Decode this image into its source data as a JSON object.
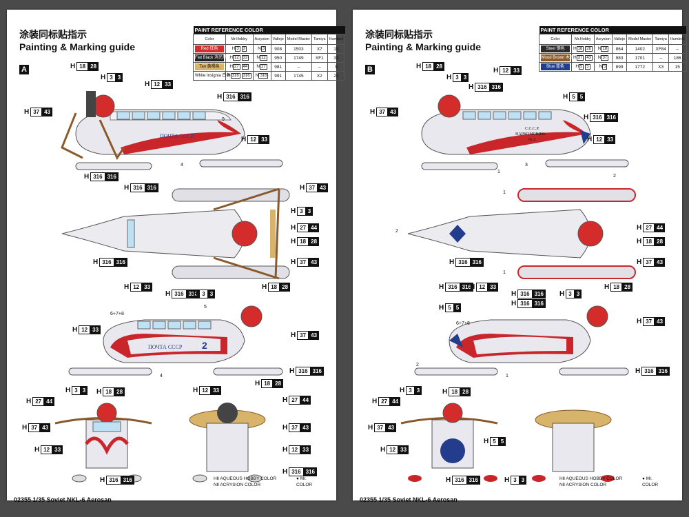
{
  "title_cn": "涂装同标贴指示",
  "title_en": "Painting & Marking guide",
  "footer": "02355 1/35 Soviet NKL-6 Aerosan",
  "legend": {
    "aqueous": "HⅡ AQUEOUS HOBBY COLOR",
    "acrysion": "NⅡ ACRYSION COLOR",
    "mr_color": "Mr. COLOR"
  },
  "pageA": {
    "letter": "A",
    "table_title": "PAINT  REFERENCE COLOR",
    "columns": [
      "Color",
      "Mr.Hobby",
      "Acrysion",
      "Vallejo",
      "Model Master",
      "Tamiya",
      "Humbrol"
    ],
    "rows": [
      {
        "name": "Red",
        "cn": "红色",
        "color": "#d42b2b",
        "mrh": "3",
        "mr": "3",
        "acr": "3",
        "val": "908",
        "mm": "1503",
        "tam": "X7",
        "hum": "19"
      },
      {
        "name": "Flat Black",
        "cn": "消光黑",
        "color": "#222222",
        "mrh": "12",
        "mr": "33",
        "acr": "12",
        "val": "950",
        "mm": "1749",
        "tam": "XF1",
        "hum": "33"
      },
      {
        "name": "Tan",
        "cn": "黄褐色",
        "color": "#d8b36a",
        "mrh": "27",
        "mr": "44",
        "acr": "27",
        "val": "981",
        "mm": "–",
        "tam": "–",
        "hum": "9"
      },
      {
        "name": "White Insignia",
        "cn": "白色",
        "color": "#ffffff",
        "mrh": "316",
        "mr": "316",
        "acr": "316",
        "val": "991",
        "mm": "1745",
        "tam": "X2",
        "hum": "22"
      }
    ],
    "callouts": [
      {
        "a": "18",
        "b": "28"
      },
      {
        "a": "3",
        "b": "3"
      },
      {
        "a": "12",
        "b": "33"
      },
      {
        "a": "316",
        "b": "316"
      },
      {
        "a": "37",
        "b": "43"
      },
      {
        "a": "12",
        "b": "33"
      },
      {
        "a": "316",
        "b": "316"
      },
      {
        "a": "316",
        "b": "316"
      },
      {
        "a": "37",
        "b": "43"
      },
      {
        "a": "3",
        "b": "3"
      },
      {
        "a": "27",
        "b": "44"
      },
      {
        "a": "18",
        "b": "28"
      },
      {
        "a": "37",
        "b": "43"
      },
      {
        "a": "316",
        "b": "316"
      },
      {
        "a": "12",
        "b": "33"
      },
      {
        "a": "316",
        "b": "316"
      },
      {
        "a": "3",
        "b": "3"
      },
      {
        "a": "18",
        "b": "28"
      },
      {
        "a": "12",
        "b": "33"
      },
      {
        "a": "37",
        "b": "43"
      },
      {
        "a": "316",
        "b": "316"
      },
      {
        "a": "3",
        "b": "3"
      },
      {
        "a": "18",
        "b": "28"
      },
      {
        "a": "27",
        "b": "44"
      },
      {
        "a": "37",
        "b": "43"
      },
      {
        "a": "12",
        "b": "33"
      },
      {
        "a": "316",
        "b": "316"
      },
      {
        "a": "12",
        "b": "33"
      },
      {
        "a": "18",
        "b": "28"
      },
      {
        "a": "27",
        "b": "44"
      },
      {
        "a": "37",
        "b": "43"
      },
      {
        "a": "12",
        "b": "33"
      },
      {
        "a": "316",
        "b": "316"
      }
    ],
    "side_text": "ПОЧТА СССР",
    "number": "2",
    "labels": [
      "4",
      "6+7+8",
      "5",
      "4",
      "9"
    ]
  },
  "pageB": {
    "letter": "B",
    "table_title": "PAINT  REFERENCE COLOR",
    "columns": [
      "Color",
      "Mr.Hobby",
      "Acrysion",
      "Vallejo",
      "Model Master",
      "Tamiya",
      "Humbrol"
    ],
    "rows": [
      {
        "name": "Steel",
        "cn": "钢色",
        "color": "#2a2a2a",
        "mrh": "18",
        "mr": "28",
        "acr": "18",
        "val": "864",
        "mm": "1402",
        "tam": "XF84",
        "hum": "–"
      },
      {
        "name": "Wood Brown",
        "cn": "木棕色",
        "color": "#8a5a2b",
        "mrh": "37",
        "mr": "43",
        "acr": "37",
        "val": "983",
        "mm": "1701",
        "tam": "–",
        "hum": "186"
      },
      {
        "name": "Blue",
        "cn": "蓝色",
        "color": "#233c8c",
        "mrh": "5",
        "mr": "5",
        "acr": "5",
        "val": "899",
        "mm": "1772",
        "tam": "X3",
        "hum": "15"
      }
    ],
    "callouts": [
      {
        "a": "18",
        "b": "28"
      },
      {
        "a": "3",
        "b": "3"
      },
      {
        "a": "316",
        "b": "316"
      },
      {
        "a": "12",
        "b": "33"
      },
      {
        "a": "37",
        "b": "43"
      },
      {
        "a": "5",
        "b": "5"
      },
      {
        "a": "316",
        "b": "316"
      },
      {
        "a": "12",
        "b": "33"
      },
      {
        "a": "316",
        "b": "316"
      },
      {
        "a": "316",
        "b": "316"
      },
      {
        "a": "5",
        "b": "5"
      },
      {
        "a": "3",
        "b": "3"
      },
      {
        "a": "27",
        "b": "44"
      },
      {
        "a": "18",
        "b": "28"
      },
      {
        "a": "37",
        "b": "43"
      },
      {
        "a": "316",
        "b": "316"
      },
      {
        "a": "12",
        "b": "33"
      },
      {
        "a": "316",
        "b": "316"
      },
      {
        "a": "18",
        "b": "28"
      },
      {
        "a": "5",
        "b": "5"
      },
      {
        "a": "37",
        "b": "43"
      },
      {
        "a": "316",
        "b": "316"
      },
      {
        "a": "3",
        "b": "3"
      },
      {
        "a": "18",
        "b": "28"
      },
      {
        "a": "27",
        "b": "44"
      },
      {
        "a": "37",
        "b": "43"
      },
      {
        "a": "12",
        "b": "33"
      },
      {
        "a": "5",
        "b": "5"
      },
      {
        "a": "316",
        "b": "316"
      },
      {
        "a": "3",
        "b": "3"
      }
    ],
    "side_text": "С.С.С.Р.",
    "side_text2": "НАРКОМСВЯЗЬ",
    "side_text3": "№ 2.",
    "labels": [
      "1",
      "3",
      "2",
      "1",
      "2",
      "1",
      "6+7+8",
      "2",
      "1"
    ]
  }
}
